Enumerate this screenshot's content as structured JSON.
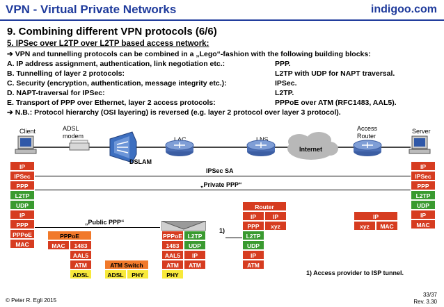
{
  "header": {
    "title": "VPN - Virtual Private Networks",
    "brand": "indigoo.com"
  },
  "slide": {
    "title": "9. Combining different VPN protocols (6/6)",
    "subtitle": "5. IPSec over L2TP over L2TP based access network:",
    "intro": "VPN and tunnelling protocols can be combined in a „Lego“-fashion with the following building blocks:",
    "blocks": [
      {
        "label": "A. IP address assignment, authentication, link negotiation etc.:",
        "value": "PPP."
      },
      {
        "label": "B. Tunnelling of layer 2 protocols:",
        "value": "L2TP with UDP for NAPT traversal."
      },
      {
        "label": "C. Security (encryption, authentication, message integrity etc.):",
        "value": "IPSec."
      },
      {
        "label": "D. NAPT-traversal for IPSec:",
        "value": "L2TP."
      },
      {
        "label": "E. Transport of PPP over Ethernet, layer 2 access protocols:",
        "value": "PPPoE over ATM (RFC1483, AAL5)."
      }
    ],
    "note": "N.B.: Protocol hierarchy (OSI layering) is reversed (e.g. layer 2 protocol over layer 3 protocol)."
  },
  "diagram": {
    "devices": {
      "client": "Client",
      "adsl_modem_1": "ADSL",
      "adsl_modem_2": "modem",
      "dslam": "DSLAM",
      "lac": "LAC",
      "lns": "LNS",
      "internet": "Internet",
      "access_router_1": "Access",
      "access_router_2": "Router",
      "server": "Server"
    },
    "tunnels": {
      "ipsec_sa": "IPSec SA",
      "private_ppp": "„Private PPP“",
      "public_ppp": "„Public PPP“",
      "ref": "1)"
    },
    "stack_client": [
      "IP",
      "IPSec",
      "PPP",
      "L2TP",
      "UDP",
      "IP",
      "PPP",
      "PPPoE",
      "MAC"
    ],
    "stack_server": [
      "IP",
      "IPSec",
      "PPP",
      "L2TP",
      "UDP",
      "IP",
      "MAC"
    ],
    "modem": {
      "title": "PPPoE",
      "mac": "MAC",
      "p1483": "1483",
      "aal5": "AAL5",
      "atm": "ATM",
      "adsl": "ADSL"
    },
    "atm_switch": {
      "title": "ATM Switch",
      "adsl": "ADSL",
      "phy": "PHY"
    },
    "lac": {
      "pppoe": "PPPoE",
      "l2tp": "L2TP",
      "p1483": "1483",
      "udp": "UDP",
      "aal5": "AAL5",
      "ip": "IP",
      "atm1": "ATM",
      "atm2": "ATM",
      "phy": "PHY"
    },
    "router": {
      "title": "Router",
      "ip1": "IP",
      "ip2": "IP",
      "ppp": "PPP",
      "xyz": "xyz",
      "l2tp": "L2TP",
      "udp": "UDP",
      "ip3": "IP",
      "atm": "ATM"
    },
    "access_router": {
      "ip": "IP",
      "xyz": "xyz",
      "mac": "MAC"
    },
    "footnote": "1) Access provider to ISP tunnel."
  },
  "footer": {
    "copyright": "© Peter R. Egli 2015",
    "page": "33/37",
    "rev": "Rev. 3.30"
  }
}
